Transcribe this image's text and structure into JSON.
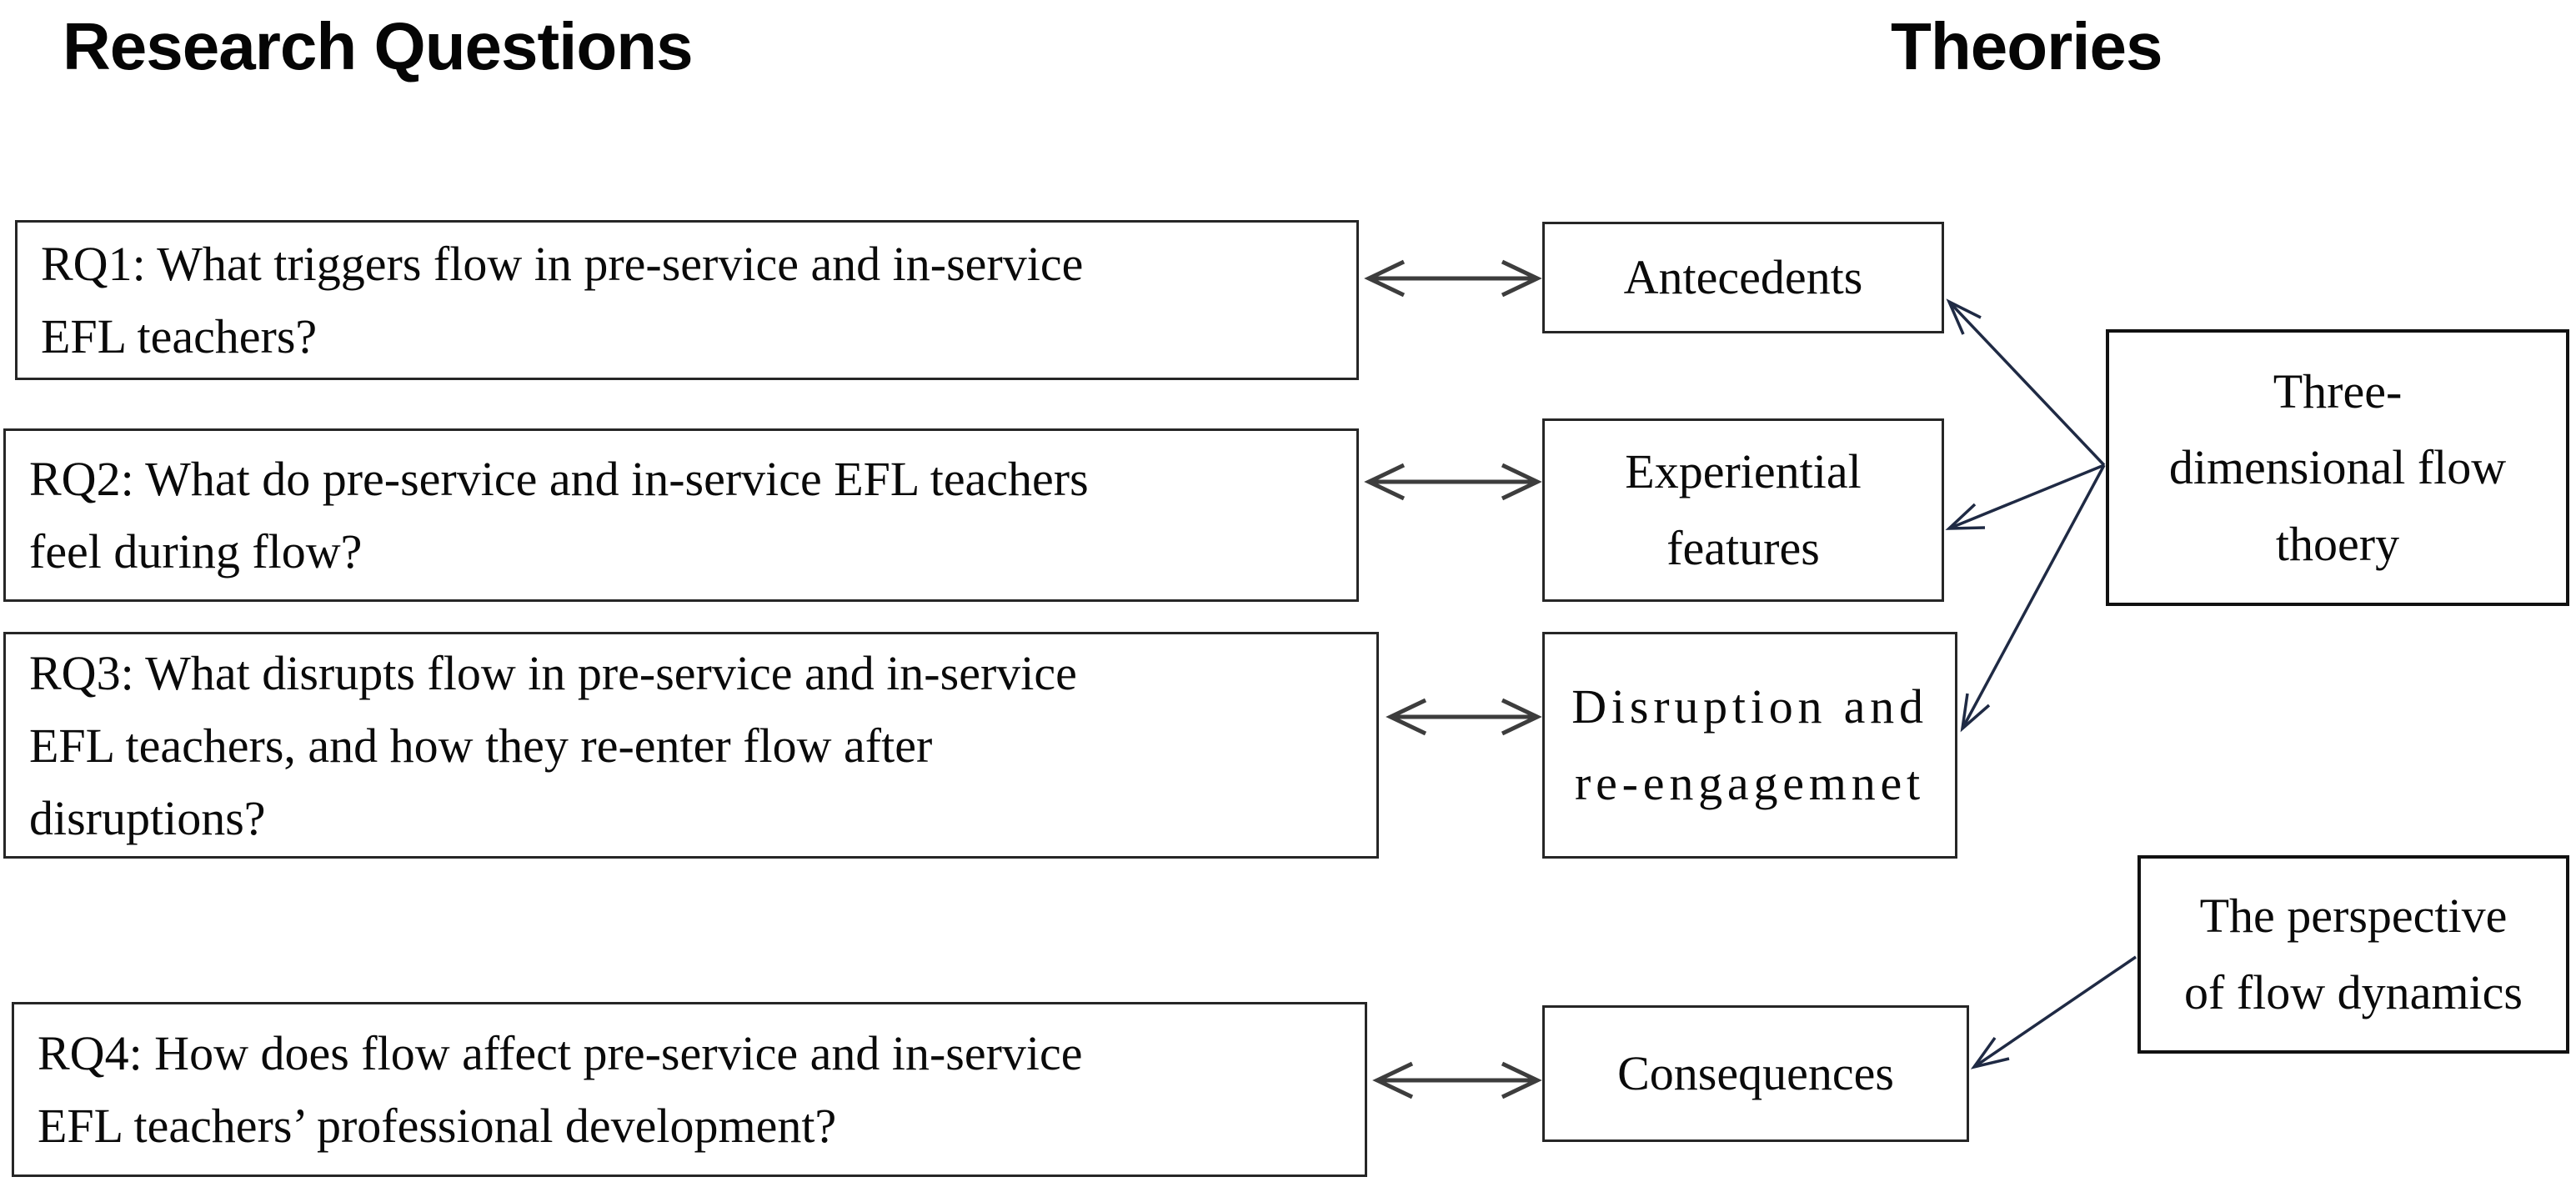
{
  "titles": {
    "left": "Research Questions",
    "right": "Theories"
  },
  "research_questions": [
    {
      "id": "RQ1",
      "lines": [
        "RQ1: What triggers flow in pre-service and in-service",
        "EFL teachers?"
      ]
    },
    {
      "id": "RQ2",
      "lines": [
        "RQ2: What do pre-service and in-service EFL teachers",
        "feel during flow?"
      ]
    },
    {
      "id": "RQ3",
      "lines": [
        "RQ3: What disrupts flow in pre-service and in-service",
        "EFL teachers, and how they re-enter flow after",
        "disruptions?"
      ]
    },
    {
      "id": "RQ4",
      "lines": [
        "RQ4: How does flow affect pre-service and in-service",
        "EFL teachers’ professional development?"
      ]
    }
  ],
  "theory_components": [
    {
      "id": "antecedents",
      "lines": [
        "Antecedents"
      ]
    },
    {
      "id": "experiential-features",
      "lines": [
        "Experiential",
        "features"
      ]
    },
    {
      "id": "disruption-reengagement",
      "lines": [
        "Disruption and",
        "re-engagemnet"
      ]
    },
    {
      "id": "consequences",
      "lines": [
        "Consequences"
      ]
    }
  ],
  "theories": [
    {
      "id": "three-dimensional-flow-theory",
      "lines": [
        "Three-",
        "dimensional flow",
        "thoery"
      ]
    },
    {
      "id": "flow-dynamics-perspective",
      "lines": [
        "The perspective",
        "of flow dynamics"
      ]
    }
  ],
  "edges": [
    {
      "from": "RQ1",
      "to": "antecedents",
      "type": "double-headed"
    },
    {
      "from": "RQ2",
      "to": "experiential-features",
      "type": "double-headed"
    },
    {
      "from": "RQ3",
      "to": "disruption-reengagement",
      "type": "double-headed"
    },
    {
      "from": "RQ4",
      "to": "consequences",
      "type": "double-headed"
    },
    {
      "from": "three-dimensional-flow-theory",
      "to": "antecedents",
      "type": "single-headed"
    },
    {
      "from": "three-dimensional-flow-theory",
      "to": "experiential-features",
      "type": "single-headed"
    },
    {
      "from": "three-dimensional-flow-theory",
      "to": "disruption-reengagement",
      "type": "single-headed"
    },
    {
      "from": "flow-dynamics-perspective",
      "to": "consequences",
      "type": "single-headed"
    }
  ],
  "colors": {
    "double_arrow": "#3d3d3d",
    "single_arrow": "#1f2a44",
    "box_border": "#262626",
    "text": "#0a0a0a"
  }
}
